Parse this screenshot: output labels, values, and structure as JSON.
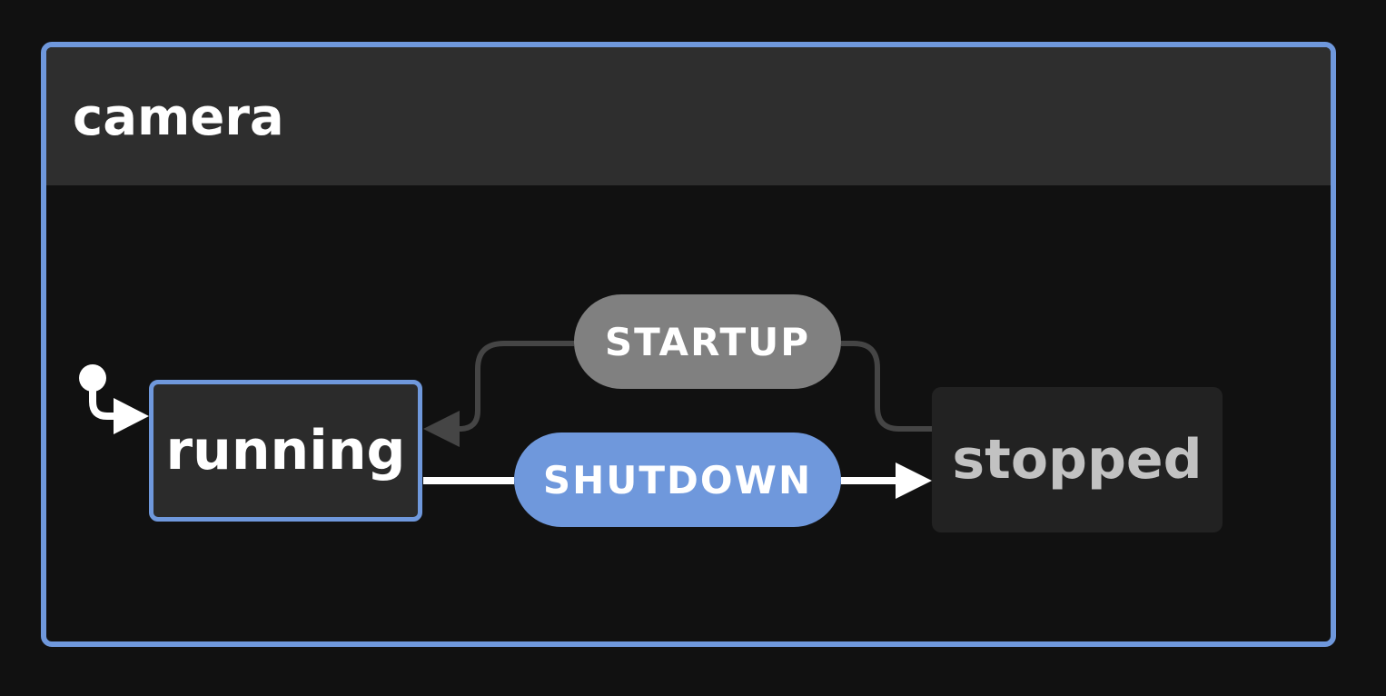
{
  "machine": {
    "title": "camera",
    "accent_color": "#6f98dc"
  },
  "states": [
    {
      "id": "running",
      "label": "running",
      "active": true
    },
    {
      "id": "stopped",
      "label": "stopped",
      "active": false
    }
  ],
  "transitions": [
    {
      "event": "STARTUP",
      "from": "stopped",
      "to": "running",
      "enabled": false,
      "color": "#808080"
    },
    {
      "event": "SHUTDOWN",
      "from": "running",
      "to": "stopped",
      "enabled": true,
      "color": "#6f98dc"
    }
  ],
  "initial_state": "running"
}
